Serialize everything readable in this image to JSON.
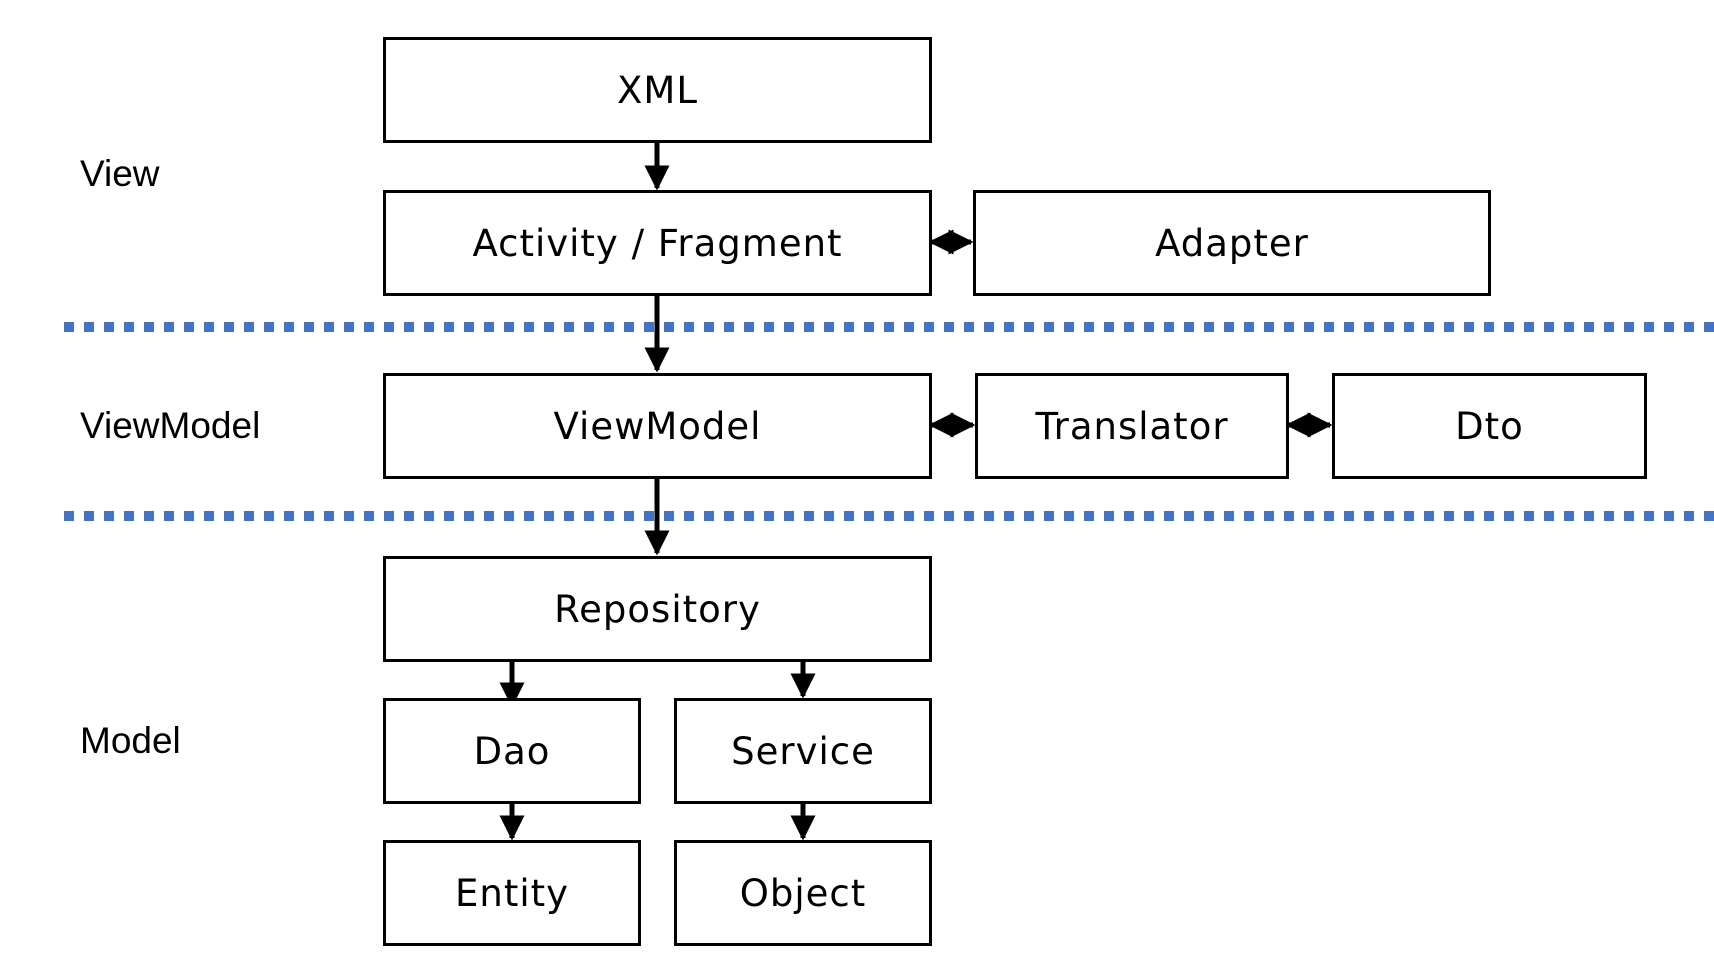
{
  "layers": {
    "view": "View",
    "viewmodel": "ViewModel",
    "model": "Model"
  },
  "boxes": {
    "xml": "XML",
    "activity_fragment": "Activity / Fragment",
    "adapter": "Adapter",
    "viewmodel": "ViewModel",
    "translator": "Translator",
    "dto": "Dto",
    "repository": "Repository",
    "dao": "Dao",
    "service": "Service",
    "entity": "Entity",
    "object": "Object"
  },
  "colors": {
    "divider": "#4472C4",
    "stroke": "#000000",
    "background": "#ffffff"
  }
}
